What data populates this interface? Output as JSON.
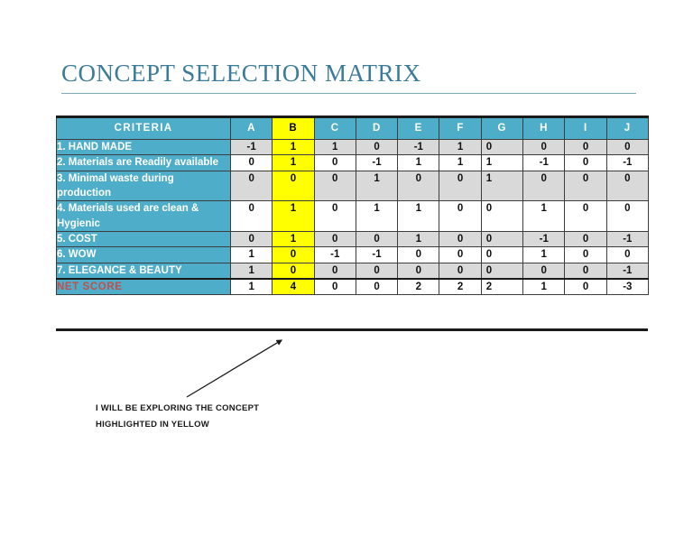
{
  "slide": {
    "title": "CONCEPT SELECTION MATRIX",
    "title_color": "#3a7c99",
    "rule_color": "#7fa9bf",
    "background": "#ffffff"
  },
  "colors": {
    "header_teal": "#4eaec9",
    "highlight_yellow": "#ffff00",
    "shade_gray": "#d9d9d9",
    "net_score_red": "#c0504d",
    "grid_line": "#3d3d3d",
    "heavy_rule": "#1a1a1a"
  },
  "matrix": {
    "criteria_header": "CRITERIA",
    "option_headers": [
      "A",
      "B",
      "C",
      "D",
      "E",
      "F",
      "G",
      "H",
      "I",
      "J"
    ],
    "highlighted_column": "B",
    "rows": [
      {
        "criteria": "1. HAND MADE",
        "values": [
          "-1",
          "1",
          "1",
          "0",
          "-1",
          "1",
          "0",
          "0",
          "0",
          "0"
        ]
      },
      {
        "criteria": "2. Materials are Readily available",
        "values": [
          "0",
          "1",
          "0",
          "-1",
          "1",
          "1",
          "1",
          "-1",
          "0",
          "-1"
        ]
      },
      {
        "criteria": "3. Minimal waste during production",
        "values": [
          "0",
          "0",
          "0",
          "1",
          "0",
          "0",
          "1",
          "0",
          "0",
          "0"
        ]
      },
      {
        "criteria": "4. Materials used are clean & Hygienic",
        "values": [
          "0",
          "1",
          "0",
          "1",
          "1",
          "0",
          "0",
          "1",
          "0",
          "0"
        ]
      },
      {
        "criteria": "5. COST",
        "values": [
          "0",
          "1",
          "0",
          "0",
          "1",
          "0",
          "0",
          "-1",
          "0",
          "-1"
        ]
      },
      {
        "criteria": "6. WOW",
        "values": [
          "1",
          "0",
          "-1",
          "-1",
          "0",
          "0",
          "0",
          "1",
          "0",
          "0"
        ]
      },
      {
        "criteria": "7. ELEGANCE & BEAUTY",
        "values": [
          "1",
          "0",
          "0",
          "0",
          "0",
          "0",
          "0",
          "0",
          "0",
          "-1"
        ]
      }
    ],
    "net_score": {
      "criteria": "NET SCORE",
      "values": [
        "1",
        "4",
        "0",
        "0",
        "2",
        "2",
        "2",
        "1",
        "0",
        "-3"
      ]
    }
  },
  "annotation": {
    "text": "I WILL BE EXPLORING THE CONCEPT HIGHLIGHTED IN YELLOW",
    "arrow": "diagonal-arrow-pointing-up-right"
  }
}
